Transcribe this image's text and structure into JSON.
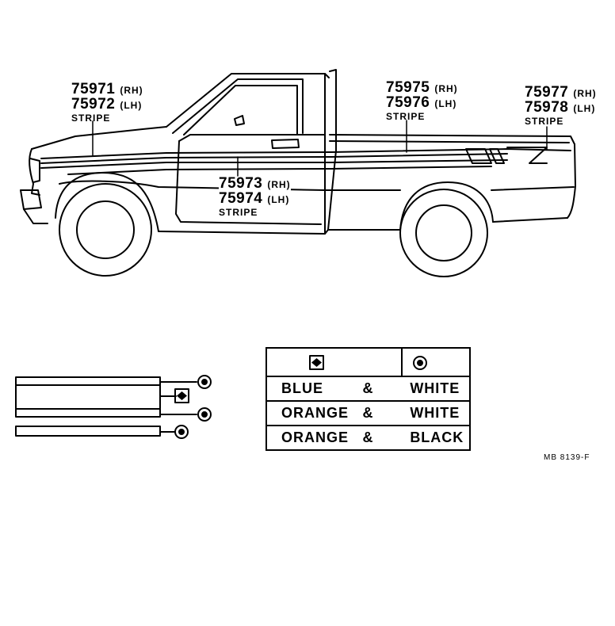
{
  "callouts": {
    "hood": {
      "rh_part": "75971",
      "rh_side": "(RH)",
      "lh_part": "75972",
      "lh_side": "(LH)",
      "name": "STRIPE"
    },
    "door": {
      "rh_part": "75973",
      "rh_side": "(RH)",
      "lh_part": "75974",
      "lh_side": "(LH)",
      "name": "STRIPE"
    },
    "bed": {
      "rh_part": "75975",
      "rh_side": "(RH)",
      "lh_part": "75976",
      "lh_side": "(LH)",
      "name": "STRIPE"
    },
    "rear": {
      "rh_part": "75977",
      "rh_side": "(RH)",
      "lh_part": "75978",
      "lh_side": "(LH)",
      "name": "STRIPE"
    }
  },
  "legend": {
    "headers": [
      {
        "icon": "diamond-square-icon"
      },
      {
        "icon": "circle-dot-icon"
      }
    ],
    "rows": [
      {
        "color1": "BLUE",
        "amp": "&",
        "color2": "WHITE"
      },
      {
        "color1": "ORANGE",
        "amp": "&",
        "color2": "WHITE"
      },
      {
        "color1": "ORANGE",
        "amp": "&",
        "color2": "BLACK"
      }
    ]
  },
  "stripe_section": {
    "markers": [
      "circle-dot-icon",
      "diamond-square-icon",
      "circle-dot-icon",
      "circle-dot-icon"
    ]
  },
  "drawing_code": "MB  8139-F",
  "colors": {
    "ink": "#000000",
    "paper": "#ffffff"
  }
}
